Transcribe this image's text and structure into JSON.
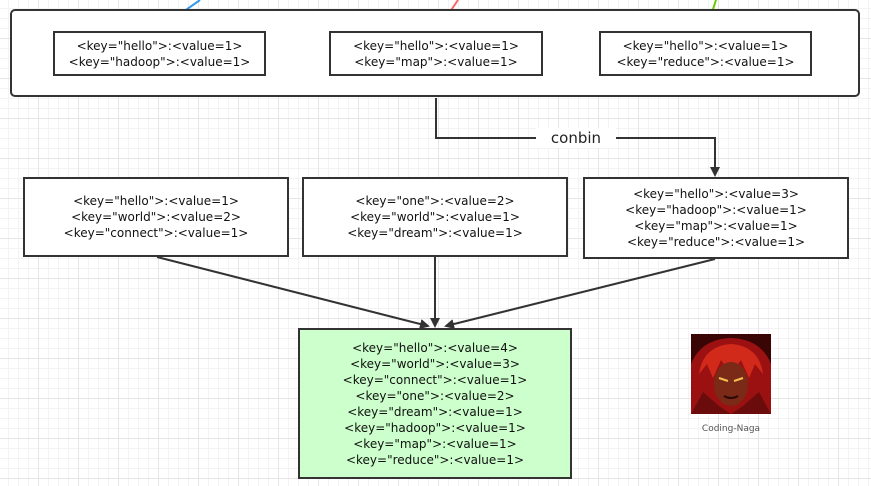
{
  "top_boxes": [
    {
      "lines": [
        "<key=\"hello\">:<value=1>",
        "<key=\"hadoop\">:<value=1>"
      ]
    },
    {
      "lines": [
        "<key=\"hello\">:<value=1>",
        "<key=\"map\">:<value=1>"
      ]
    },
    {
      "lines": [
        "<key=\"hello\">:<value=1>",
        "<key=\"reduce\">:<value=1>"
      ]
    }
  ],
  "combine_label": "conbin",
  "middle_boxes": [
    {
      "lines": [
        "<key=\"hello\">:<value=1>",
        "<key=\"world\">:<value=2>",
        "<key=\"connect\">:<value=1>"
      ]
    },
    {
      "lines": [
        "<key=\"one\">:<value=2>",
        "<key=\"world\">:<value=1>",
        "<key=\"dream\">:<value=1>"
      ]
    },
    {
      "lines": [
        "<key=\"hello\">:<value=3>",
        "<key=\"hadoop\">:<value=1>",
        "<key=\"map\">:<value=1>",
        "<key=\"reduce\">:<value=1>"
      ]
    }
  ],
  "result_box": {
    "lines": [
      "<key=\"hello\">:<value=4>",
      "<key=\"world\">:<value=3>",
      "<key=\"connect\">:<value=1>",
      "<key=\"one\">:<value=2>",
      "<key=\"dream\">:<value=1>",
      "<key=\"hadoop\">:<value=1>",
      "<key=\"map\">:<value=1>",
      "<key=\"reduce\">:<value=1>"
    ]
  },
  "watermark": {
    "caption": "Coding-Naga"
  },
  "colors": {
    "arrow_blue": "#3399ee",
    "arrow_red": "#ff6666",
    "arrow_green": "#66cc00",
    "result_fill": "#ccffcc"
  }
}
